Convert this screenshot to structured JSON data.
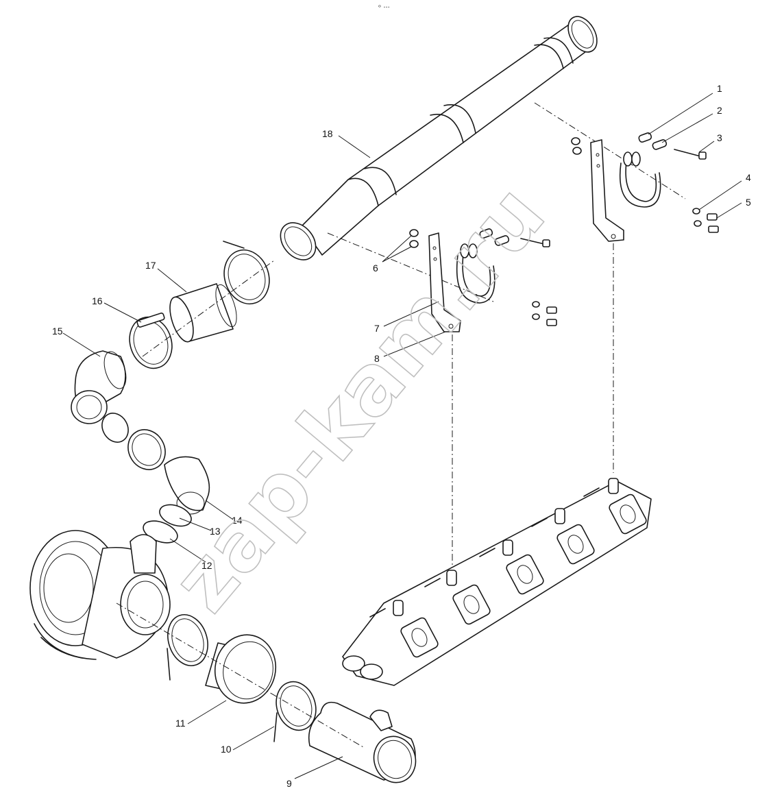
{
  "diagram": {
    "top_mark": "ᵒ ···",
    "watermark": "zap-kam.ru",
    "labels": [
      "1",
      "2",
      "3",
      "4",
      "5",
      "6",
      "7",
      "8",
      "9",
      "10",
      "11",
      "12",
      "13",
      "14",
      "15",
      "16",
      "17",
      "18"
    ],
    "line_color": "#1a1a1a",
    "watermark_color": "#bfbfbf"
  }
}
